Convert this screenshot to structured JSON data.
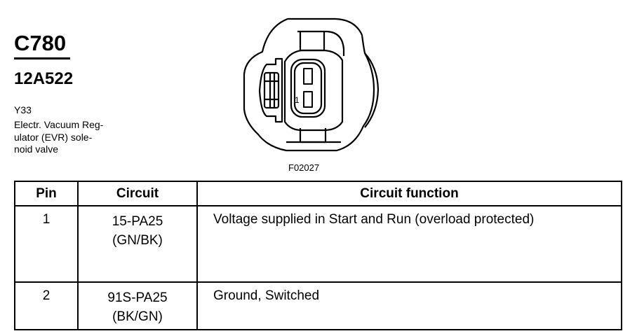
{
  "header": {
    "connector_id": "C780",
    "part_number": "12A522",
    "component_code": "Y33",
    "component_description_lines": [
      "Electr. Vacuum Reg-",
      "ulator (EVR) sole-",
      "noid valve"
    ]
  },
  "diagram": {
    "pin_label": "1",
    "figure_code": "F02027"
  },
  "table": {
    "headers": {
      "pin": "Pin",
      "circuit": "Circuit",
      "function": "Circuit function"
    },
    "rows": [
      {
        "pin": "1",
        "circuit_code": "15-PA25",
        "circuit_color": "(GN/BK)",
        "function": "Voltage supplied in Start and Run (overload protected)"
      },
      {
        "pin": "2",
        "circuit_code": "91S-PA25",
        "circuit_color": "(BK/GN)",
        "function": "Ground, Switched"
      }
    ]
  }
}
